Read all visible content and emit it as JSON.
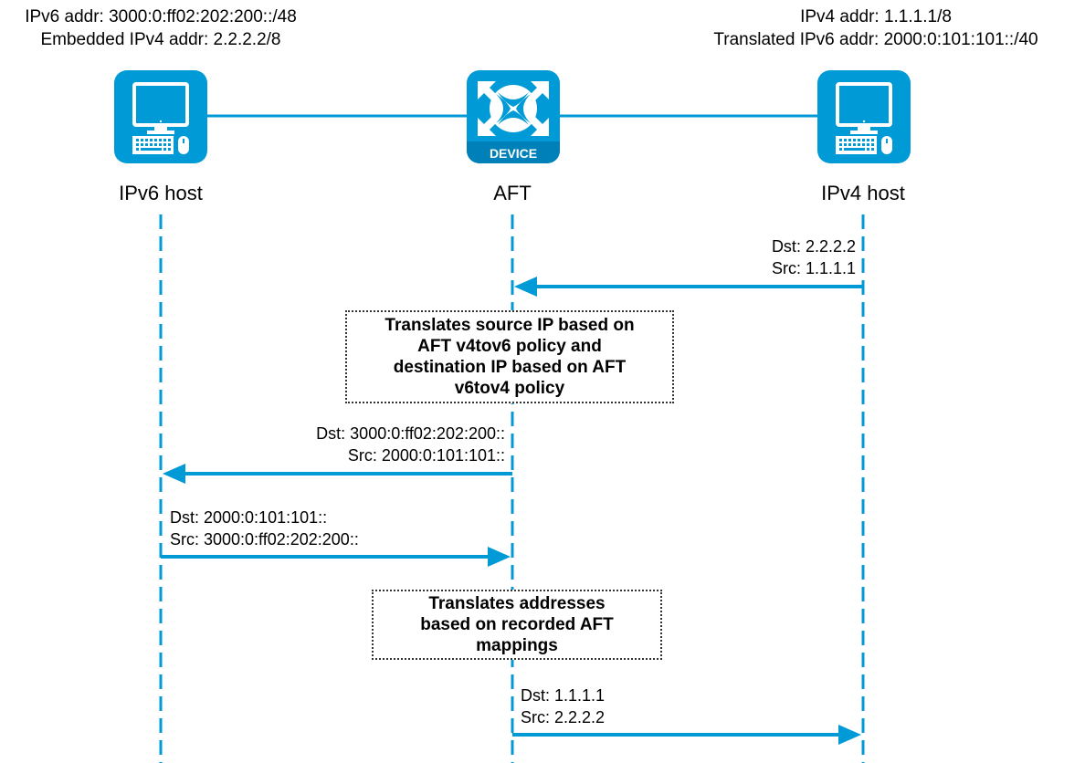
{
  "colors": {
    "accent": "#009ad6",
    "accent_dark": "#0080b8",
    "text": "#000000"
  },
  "nodes": {
    "ipv6_host": {
      "label": "IPv6 host",
      "icon": "computer-icon",
      "addr_line1": "IPv6 addr: 3000:0:ff02:202:200::/48",
      "addr_line2": "Embedded IPv4 addr: 2.2.2.2/8"
    },
    "aft": {
      "label": "AFT",
      "icon": "device-icon",
      "badge": "DEVICE"
    },
    "ipv4_host": {
      "label": "IPv4 host",
      "icon": "computer-icon",
      "addr_line1": "IPv4 addr: 1.1.1.1/8",
      "addr_line2": "Translated IPv6 addr: 2000:0:101:101::/40"
    }
  },
  "messages": [
    {
      "from": "ipv4_host",
      "to": "aft",
      "dst": "Dst: 2.2.2.2",
      "src": "Src: 1.1.1.1"
    },
    {
      "from": "aft",
      "to": "ipv6_host",
      "dst": "Dst: 3000:0:ff02:202:200::",
      "src": "Src: 2000:0:101:101::"
    },
    {
      "from": "ipv6_host",
      "to": "aft",
      "dst": "Dst: 2000:0:101:101::",
      "src": "Src: 3000:0:ff02:202:200::"
    },
    {
      "from": "aft",
      "to": "ipv4_host",
      "dst": "Dst: 1.1.1.1",
      "src": "Src: 2.2.2.2"
    }
  ],
  "notes": [
    {
      "lines": [
        "Translates source IP based on",
        "AFT v4tov6 policy and",
        "destination IP based on AFT",
        "v6tov4 policy"
      ]
    },
    {
      "lines": [
        "Translates addresses",
        "based on recorded AFT",
        "mappings"
      ]
    }
  ]
}
